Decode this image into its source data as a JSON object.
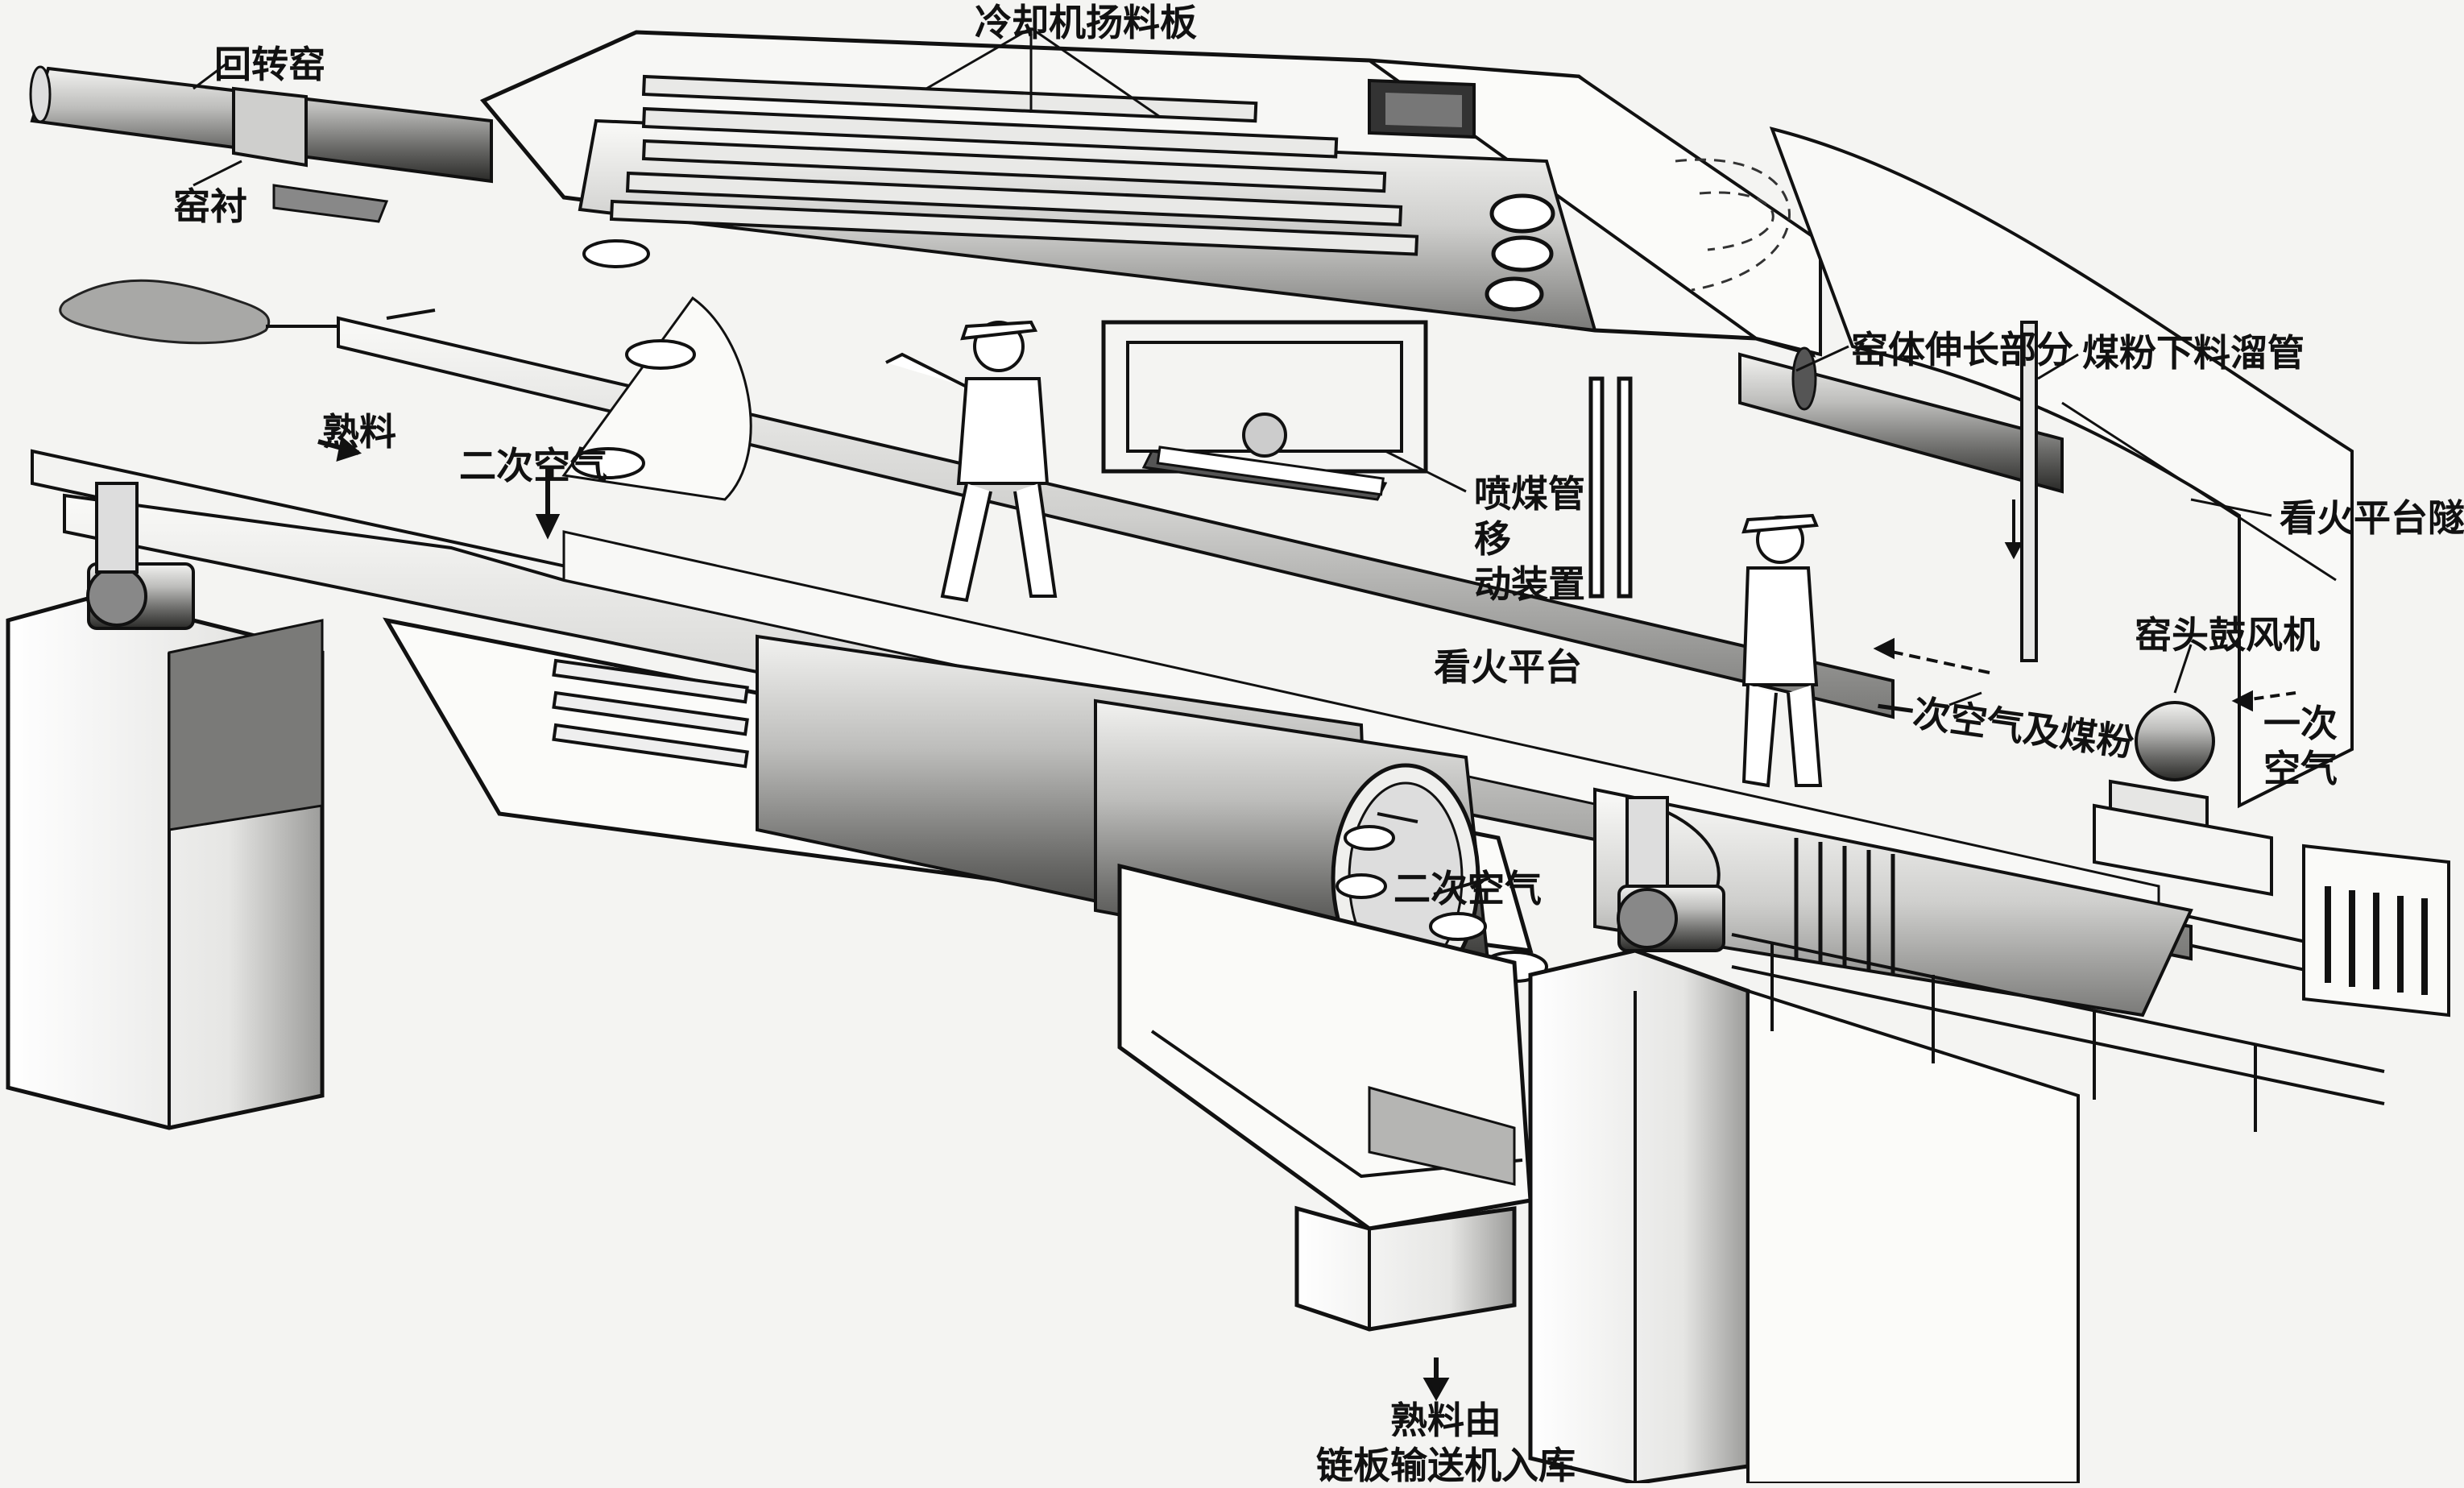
{
  "labels": {
    "rotary_kiln": "回转窑",
    "kiln_lining": "窑衬",
    "cooler_lifters": "冷却机扬料板",
    "clinker": "熟料",
    "secondary_air_top": "二次空气",
    "coal_pipe_mover_line1": "喷煤管移",
    "coal_pipe_mover_line2": "动装置",
    "kiln_extension": "窑体伸长部分",
    "coal_powder_chute": "煤粉下料溜管",
    "fire_platform_tunnel": "看火平台隧道",
    "kiln_head_blower": "窑头鼓风机",
    "fire_platform": "看火平台",
    "primary_air_coal": "一次空气及煤粉",
    "primary_air_line1": "一次",
    "primary_air_line2": "空气",
    "secondary_air_bottom": "二次空气",
    "clinker_out_line1": "熟料由",
    "clinker_out_line2": "链板输送机入库"
  }
}
